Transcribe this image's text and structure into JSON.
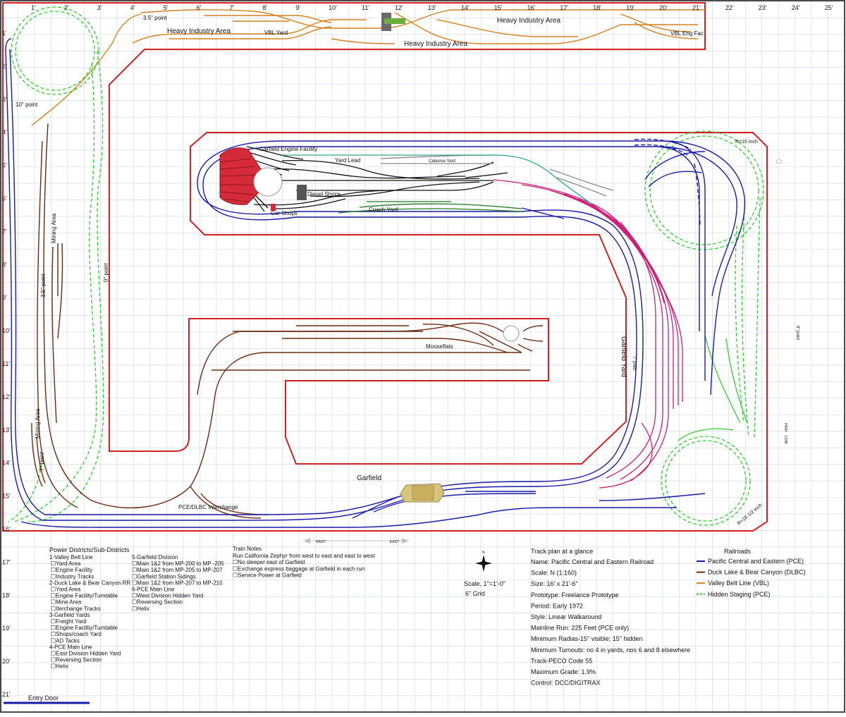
{
  "axis": {
    "top": [
      "1'",
      "2'",
      "3'",
      "4'",
      "5'",
      "6'",
      "7'",
      "8'",
      "9'",
      "10'",
      "11'",
      "12'",
      "13'",
      "14'",
      "15'",
      "16'",
      "17'",
      "18'",
      "19'",
      "20'",
      "21'",
      "22'",
      "23'",
      "24'",
      "25'"
    ],
    "left": [
      "1'",
      "2'",
      "3'",
      "4'",
      "5'",
      "6'",
      "7'",
      "8'",
      "9'",
      "10'",
      "11'",
      "12'",
      "13'",
      "14'",
      "15'",
      "16'",
      "17'",
      "18'",
      "19'",
      "20'",
      "21'"
    ]
  },
  "labels": {
    "heavy_industry_1": "Heavy Industry Area",
    "heavy_industry_2": "Heavy Industry Area",
    "heavy_industry_3": "Heavy Industry Area",
    "vbl_yard": "VBL Yard",
    "vbl_eng_fac": "VBL Eng Fac",
    "point_35_top": "3.5\" point",
    "point_10": "10\" point",
    "mining_area_1": "Mining Area",
    "mining_area_2": "Mining Area",
    "point_35_left": "3.5\" point",
    "point_0": "0\" point",
    "point_7": "7\" point",
    "garfield_engine_facility": "Garfield Engine Facility",
    "yard_lead": "Yard Lead",
    "caboose_yard": "Caboose Yard",
    "diesel_shops": "Diesel Shops",
    "car_shops": "Car Shops",
    "coach_yard": "Coach Yard",
    "r15": "R=15 inch",
    "r16": "R=16 1/2 inch",
    "moose_flats": "Mooseflats",
    "garfield_yard": "Garfield Yard",
    "point_7_yard": "7\" point",
    "garfield": "Garfield",
    "interchange": "PCE/DLBC Interchange",
    "entry_door": "Entry Door",
    "point_8": "8\" point",
    "high_low": "HIGH",
    "low_high": "LOW",
    "west": "WEST",
    "east": "EAST"
  },
  "power_districts": {
    "title": "Power Districts/Sub-Districts",
    "col1": [
      "1-Valley Belt Line",
      "☐Yard Area",
      "☐Engine Facility",
      "☐Industry Tracks",
      "2-Duck Lake & Bear Canyon RR",
      "☐Yard Area",
      "☐Engine Facility/Turntable",
      "☐Mine Area",
      "☐Iterchange Tracks",
      "3-Garfield Yards",
      "☐Freight Yard",
      "☐Engine Faciltiy/Turntable",
      "☐Shops/coach Yard",
      "☐AD Tacks",
      "4-PCE Main Line",
      "☐East Division Hidden Yard",
      "☐Reversing Section",
      "☐Helix"
    ],
    "col2": [
      "5-Garfield Division",
      "☐Main 1&2 from MP-200 to MP -205",
      "☐Main 1&2 from MP-205 to MP-207",
      "☐Garfield Station Sidings",
      "☐Main 1&2 from MP-207 to MP-210",
      "6-PCE Main Line",
      "☐West Division Hidden Yard",
      "☐Reversing Section",
      "☐Helix"
    ]
  },
  "train_notes": {
    "title": "Train Notes",
    "items": [
      "Run California Zephyr from west to east and east to west",
      "☐No sleeper east of Garfield",
      "☐Exchange express baggage at Garfield in each run",
      "☐Service Power at Garfield"
    ]
  },
  "scale_note": {
    "scale": "Scale, 1\"=1'-0\"",
    "grid": "6\" Grid"
  },
  "glance": {
    "title": "Track plan at a glance",
    "items": [
      "Name: Pacific Central and Eastern Railroad",
      "Scale: N (1:160)",
      "Size: 16' x 21'-6\"",
      "Prototype: Freelance Prototype",
      "Period: Early 1972",
      "Style: Linear Walkaround",
      "Mainline Run: 225 Feet (PCE only)",
      "Minimum Radias-15\" visible; 15\" hidden",
      "Minimum Turnouts: no 4 in yards, nos 6 and 8 elsewhere",
      "Track-PECO Code 55",
      "Maximum Grade: 1.9%",
      "Control: DCC/DIGITRAX"
    ]
  },
  "legend": {
    "title": "Railroads",
    "items": [
      {
        "label": "Pacific Central and Eastern (PCE)",
        "color": "#1a1aa8",
        "dash": false
      },
      {
        "label": "Duck Lake & Bear Canyon (DLBC)",
        "color": "#6b2a0e",
        "dash": false
      },
      {
        "label": "Valley Belt Line (VBL)",
        "color": "#d4801c",
        "dash": false
      },
      {
        "label": "Hidden Staging (PCE)",
        "color": "#2fd12f",
        "dash": true
      }
    ]
  },
  "colors": {
    "pce": "#1a1aa8",
    "dlbc": "#6b2a0e",
    "vbl": "#d4801c",
    "staging": "#2fd12f",
    "yard": "#cc1f78",
    "benchwork": "#d42020",
    "grid": "#cdd3dc",
    "coach": "#1f7a1f",
    "caboose": "#8a8a8a",
    "teal": "#2aa88a",
    "engine": "#111111"
  }
}
